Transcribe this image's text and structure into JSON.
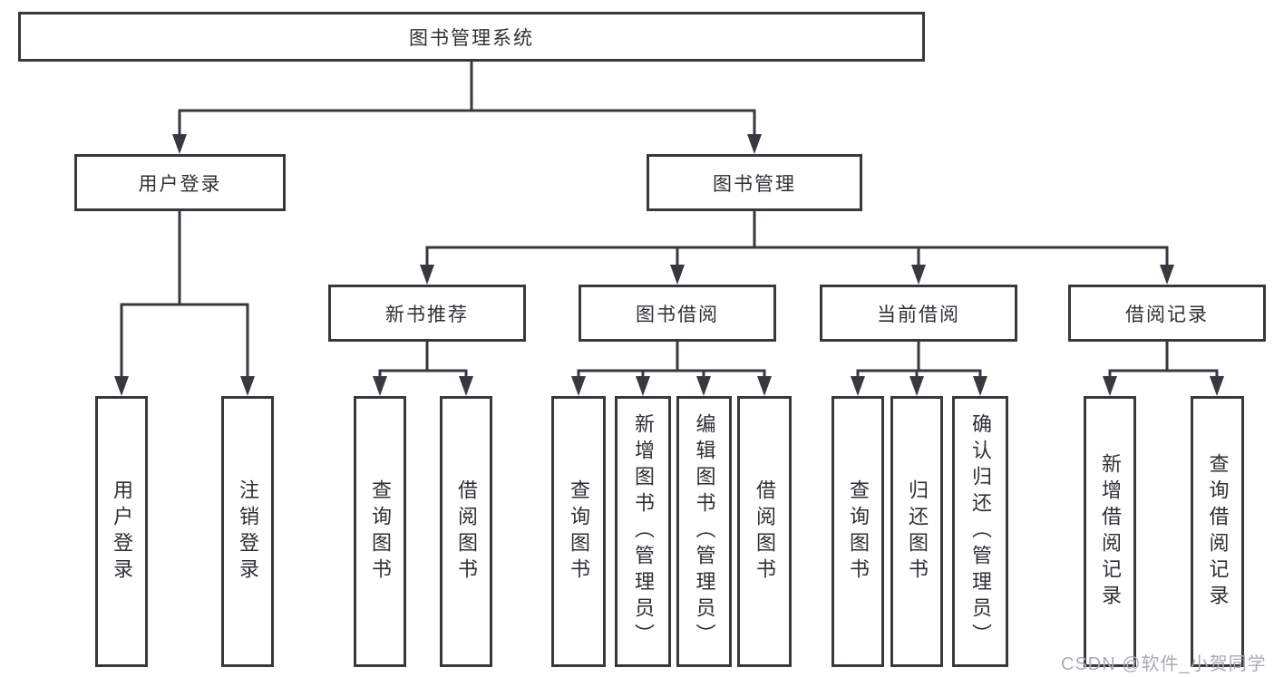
{
  "diagram": {
    "type": "hierarchy-tree",
    "tree": {
      "label": "图书管理系统",
      "children": [
        {
          "label": "用户登录",
          "children": [
            {
              "label": "用户登录"
            },
            {
              "label": "注销登录"
            }
          ]
        },
        {
          "label": "图书管理",
          "children": [
            {
              "label": "新书推荐",
              "children": [
                {
                  "label": "查询图书"
                },
                {
                  "label": "借阅图书"
                }
              ]
            },
            {
              "label": "图书借阅",
              "children": [
                {
                  "label": "查询图书"
                },
                {
                  "label": "新增图书（管理员）"
                },
                {
                  "label": "编辑图书（管理员）"
                },
                {
                  "label": "借阅图书"
                }
              ]
            },
            {
              "label": "当前借阅",
              "children": [
                {
                  "label": "查询图书"
                },
                {
                  "label": "归还图书"
                },
                {
                  "label": "确认归还（管理员）"
                }
              ]
            },
            {
              "label": "借阅记录",
              "children": [
                {
                  "label": "新增借阅记录"
                },
                {
                  "label": "查询借阅记录"
                }
              ]
            }
          ]
        }
      ]
    }
  },
  "watermark": "CSDN @软件_小贺同学",
  "colors": {
    "line": "#36393d",
    "text": "#2d3134",
    "watermark": "#a8adb2",
    "background": "#ffffff"
  }
}
